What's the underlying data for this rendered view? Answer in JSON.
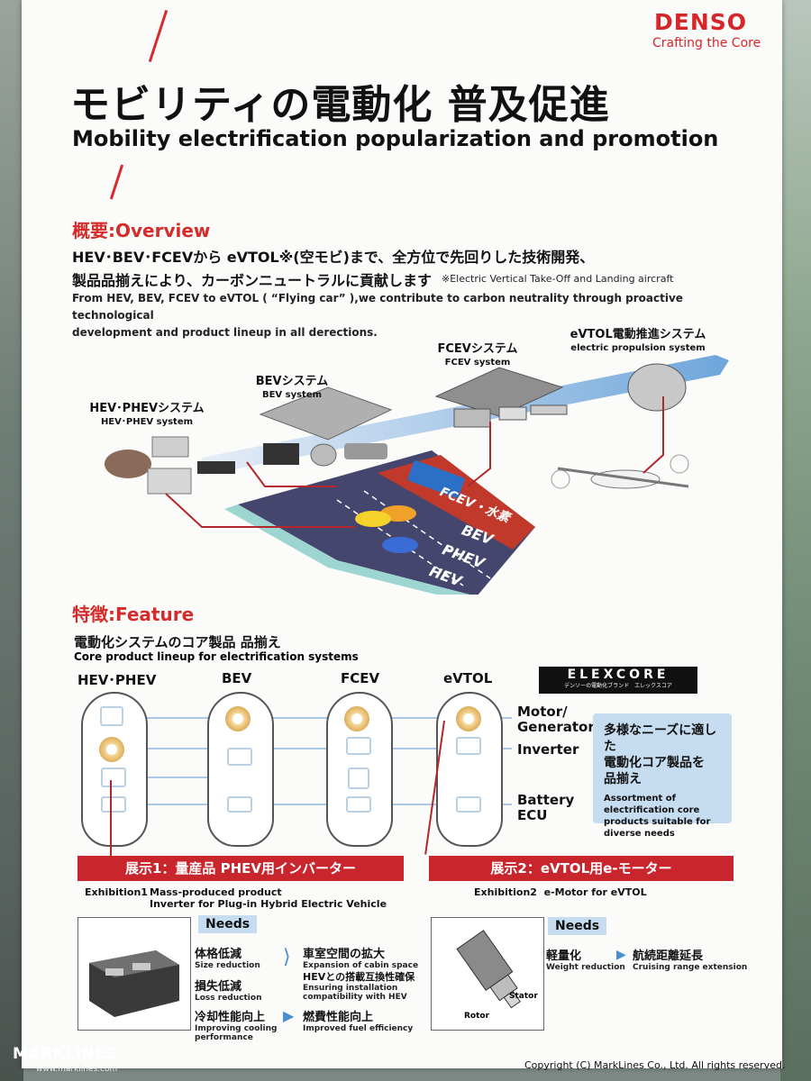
{
  "brand": {
    "name": "DENSO",
    "tagline": "Crafting the Core"
  },
  "title": {
    "jp": "モビリティの電動化 普及促進",
    "en": "Mobility electrification popularization and promotion"
  },
  "overview": {
    "heading": "概要:Overview",
    "line1": "HEV･BEV･FCEVから eVTOL※(空モビ)まで、全方位で先回りした技術開発、",
    "line2": "製品品揃えにより、カーボンニュートラルに貢献します",
    "note": "※Electric Vertical Take-Off and Landing aircraft",
    "en_line1": "From HEV, BEV, FCEV to eVTOL ( “Flying car” ),we contribute to carbon neutrality through proactive technological",
    "en_line2": "development and product lineup in all derections."
  },
  "systems": [
    {
      "jp": "HEV･PHEVシステム",
      "en": "HEV･PHEV system"
    },
    {
      "jp": "BEVシステム",
      "en": "BEV system"
    },
    {
      "jp": "FCEVシステム",
      "en": "FCEV system"
    },
    {
      "jp": "eVTOL電動推進システム",
      "en": "electric propulsion system"
    }
  ],
  "road_labels": {
    "fcev": "FCEV・水素",
    "bev": "BEV",
    "phev": "PHEV",
    "hev": "HEV"
  },
  "feature": {
    "heading": "特徴:Feature",
    "sub_jp": "電動化システムのコア製品 品揃え",
    "sub_en": "Core product lineup for electrification systems",
    "columns": [
      "HEV･PHEV",
      "BEV",
      "FCEV",
      "eVTOL"
    ],
    "elexcore": "ELEXCORE",
    "elexcore_sub": "デンソーの電動化ブランド　エレックスコア",
    "side_labels": {
      "motor_1": "Motor/",
      "motor_2": "Generator",
      "inverter": "Inverter",
      "battery_1": "Battery",
      "battery_2": "ECU"
    },
    "box_jp1": "多様なニーズに適した",
    "box_jp2": "電動化コア製品を",
    "box_jp3": "品揃え",
    "box_en": "Assortment of electrification core products suitable for diverse needs"
  },
  "exhibition1": {
    "banner": "展示1：量産品 PHEV用インバーター",
    "label": "Exhibition1",
    "desc1": "Mass-produced product",
    "desc2": "Inverter for Plug-in Hybrid Electric Vehicle",
    "needs": "Needs",
    "items": [
      {
        "jp": "体格低減",
        "en": "Size reduction"
      },
      {
        "jp": "損失低減",
        "en": "Loss reduction"
      },
      {
        "jp": "冷却性能向上",
        "en": "Improving cooling",
        "en2": "performance"
      }
    ],
    "results": [
      {
        "jp": "車室空間の拡大",
        "en": "Expansion of  cabin space"
      },
      {
        "jp": "HEVとの搭載互換性確保",
        "en": "Ensuring installation",
        "en2": "compatibility with HEV"
      },
      {
        "jp": "燃費性能向上",
        "en": "Improved fuel efficiency"
      }
    ]
  },
  "exhibition2": {
    "banner": "展示2：eVTOL用e-モーター",
    "label": "Exhibition2",
    "desc": "e-Motor for eVTOL",
    "needs": "Needs",
    "item_jp": "軽量化",
    "item_en": "Weight reduction",
    "result_jp": "航続距離延長",
    "result_en": "Cruising range extension",
    "stator": "Stator",
    "rotor": "Rotor"
  },
  "footer": {
    "copyright": "Copyright (C) MarkLines Co., Ltd. All rights reserved.",
    "logo": "MARKLINES",
    "url": "www.marklines.com"
  }
}
